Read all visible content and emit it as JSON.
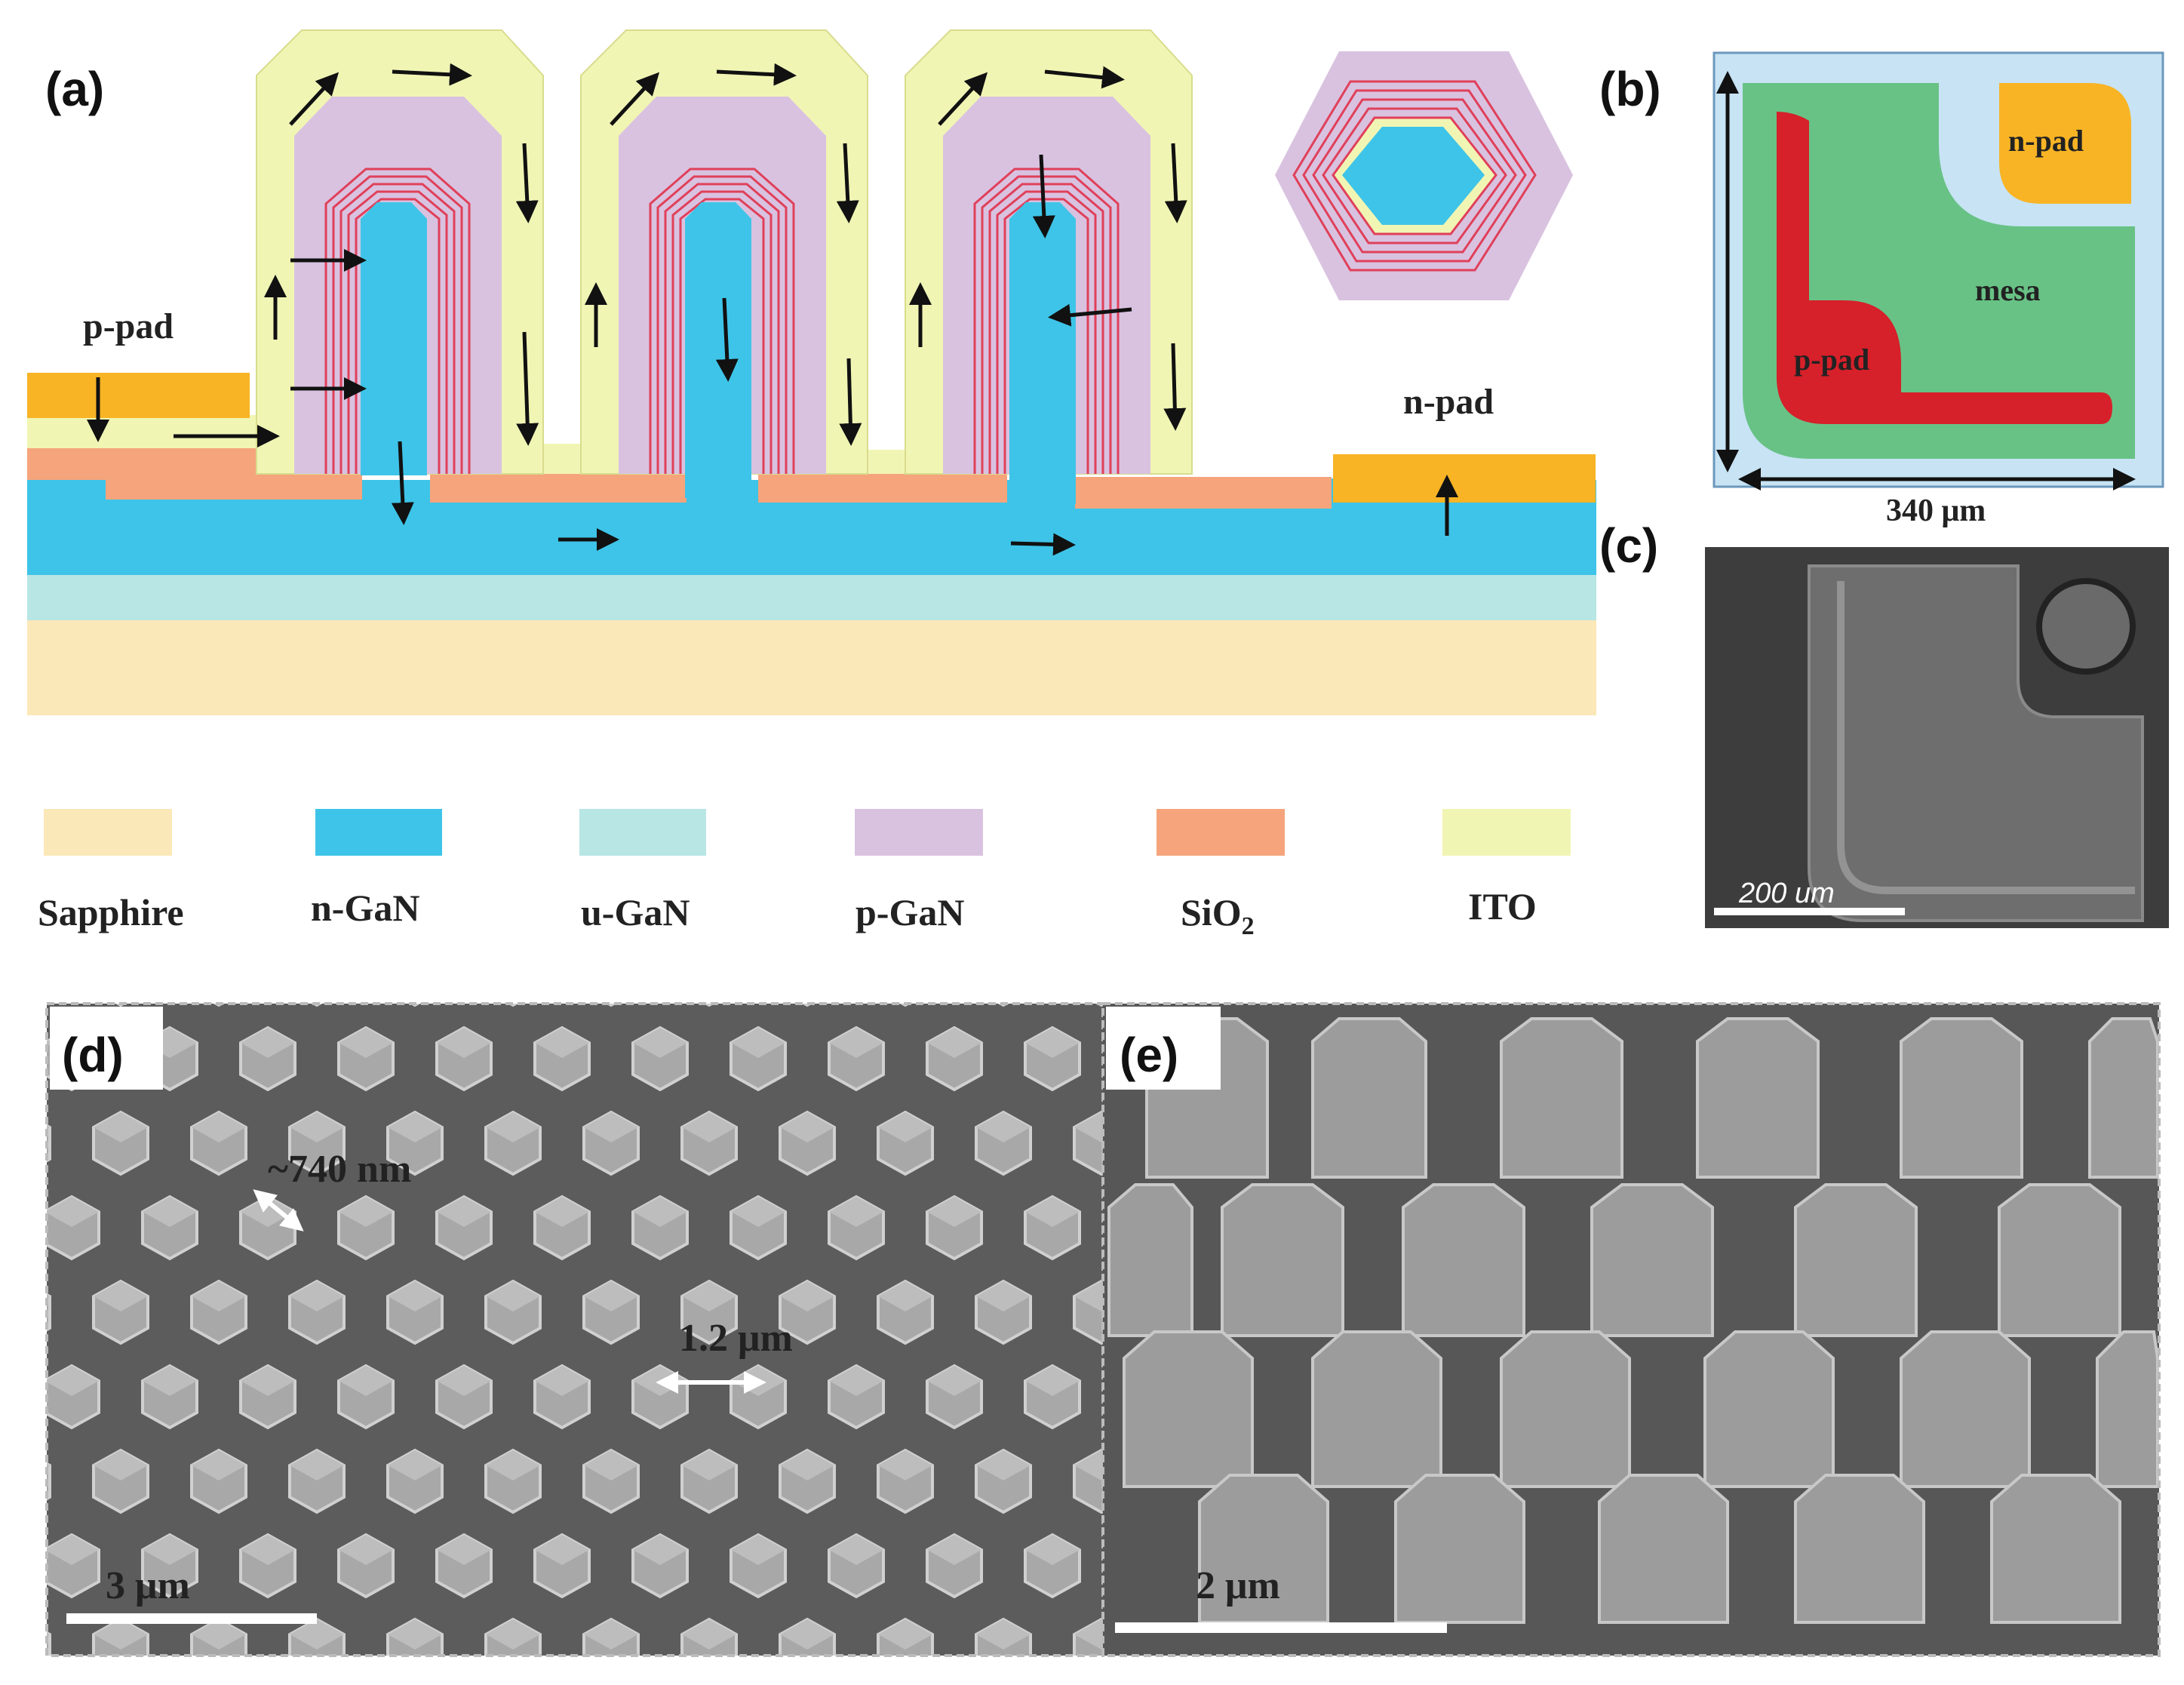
{
  "panels": {
    "a": {
      "label": "(a)",
      "p_pad": "p-pad",
      "n_pad": "n-pad"
    },
    "b": {
      "label": "(b)",
      "n_pad": "n-pad",
      "p_pad": "p-pad",
      "mesa": "mesa",
      "dimension": "340 μm"
    },
    "c": {
      "label": "(c)",
      "scale": "200 um"
    },
    "d": {
      "label": "(d)",
      "diameter": "~740 nm",
      "pitch": "1.2 μm",
      "scale": "3 μm"
    },
    "e": {
      "label": "(e)",
      "scale": "2 μm"
    }
  },
  "legend": [
    {
      "label": "Sapphire",
      "color": "#fbe8b8"
    },
    {
      "label": "n-GaN",
      "color": "#3ec4e8"
    },
    {
      "label": "u-GaN",
      "color": "#b8e6e4"
    },
    {
      "label": "p-GaN",
      "color": "#d9c2e0"
    },
    {
      "label": "SiO",
      "sub": "2",
      "color": "#f5a47c"
    },
    {
      "label": "ITO",
      "color": "#f1f5b4"
    }
  ],
  "colors": {
    "sapphire": "#fbe8b8",
    "ngan": "#3ec4e8",
    "ugan": "#b8e6e4",
    "pgan": "#d9c2e0",
    "sio2": "#f5a47c",
    "ito": "#f1f5b4",
    "pad": "#f8b425",
    "mesa": "#68c285",
    "ppad_red": "#d6202a",
    "chip_bg": "#c7e3f4",
    "qw_red": "#e0405a"
  }
}
